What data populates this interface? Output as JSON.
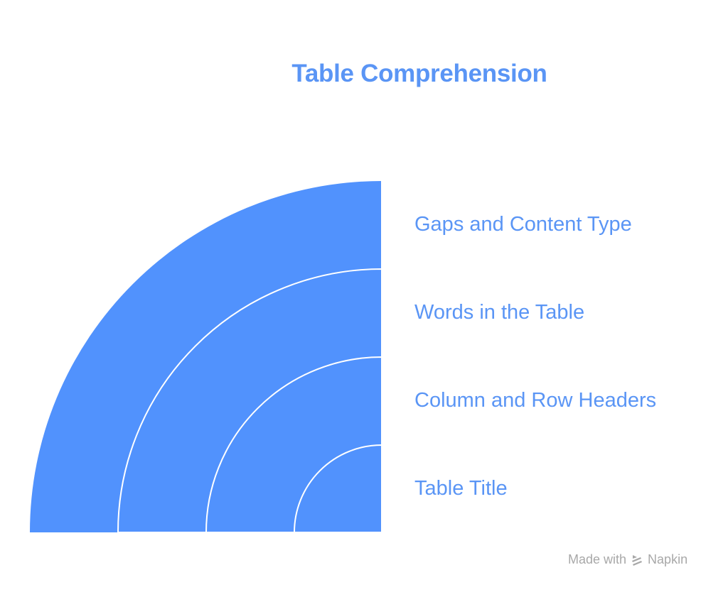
{
  "title": "Table Comprehension",
  "colors": {
    "ring_fill": "#5192fd",
    "text": "#5a95f5",
    "divider": "#ffffff",
    "footer": "#a8a8a8"
  },
  "layers": [
    {
      "label": "Gaps and Content Type",
      "level": 4
    },
    {
      "label": "Words in the Table",
      "level": 3
    },
    {
      "label": "Column and Row Headers",
      "level": 2
    },
    {
      "label": "Table Title",
      "level": 1
    }
  ],
  "footer": {
    "made_with": "Made with",
    "brand": "Napkin",
    "brand_icon": "napkin-logo-icon"
  }
}
